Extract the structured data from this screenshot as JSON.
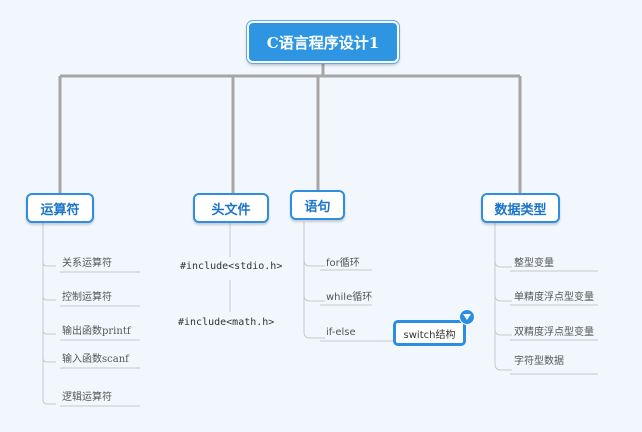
{
  "root": {
    "label": "C语言程序设计1"
  },
  "branches": [
    {
      "label": "运算符",
      "children": [
        "关系运算符",
        "控制运算符",
        "输出函数printf",
        "输入函数scanf",
        "逻辑运算符"
      ]
    },
    {
      "label": "头文件",
      "children": [
        "#include<stdio.h>",
        "#include<math.h>"
      ]
    },
    {
      "label": "语句",
      "children": [
        "for循环",
        "while循环",
        "if-else"
      ],
      "sub": {
        "label": "switch结构",
        "selected": true,
        "collapse_icon": "triangle-down-icon"
      }
    },
    {
      "label": "数据类型",
      "children": [
        "整型变量",
        "单精度浮点型变量",
        "双精度浮点型变量",
        "字符型数据"
      ]
    }
  ],
  "colors": {
    "background": "#f2f7fd",
    "root_fill": "#2d95e2",
    "topic_border": "#2f8ee0",
    "connector": "#a4a4a4",
    "leaf_connector": "#c8c8c8"
  }
}
